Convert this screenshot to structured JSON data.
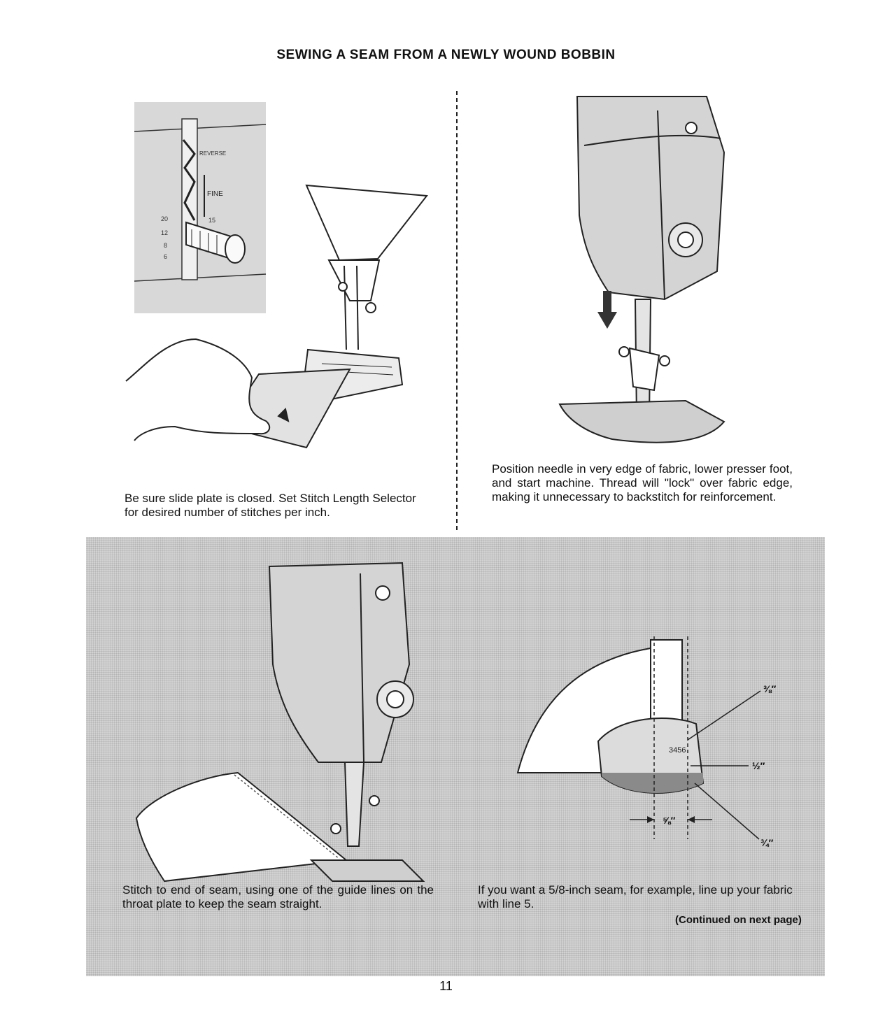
{
  "page": {
    "title": "SEWING A SEAM FROM A NEWLY WOUND BOBBIN",
    "page_number": "11"
  },
  "panels": {
    "top_left": {
      "caption": "Be sure slide plate is closed. Set Stitch Length Selector for desired number of stitches per inch.",
      "inset_labels": {
        "reverse": "REVERSE",
        "fine": "FINE",
        "n20": "20",
        "n15": "15",
        "n12": "12",
        "n8": "8",
        "n6": "6"
      }
    },
    "top_right": {
      "caption": "Position needle in very edge of fabric, lower presser foot, and start machine. Thread will \"lock\" over fabric edge, making it unnecessary to backstitch for reinforcement."
    },
    "bottom_left": {
      "caption": "Stitch to end of seam, using one of the guide lines on the throat plate to keep the seam straight."
    },
    "bottom_right": {
      "caption": "If you want a 5/8-inch seam, for example, line up your fabric with line 5.",
      "continued": "(Continued on next page)",
      "plate_numbers": "3456",
      "measure_labels": {
        "three_eighths": "⅜″",
        "one_half": "½″",
        "three_quarters": "¾″",
        "five_eighths": "⅝″"
      }
    }
  }
}
